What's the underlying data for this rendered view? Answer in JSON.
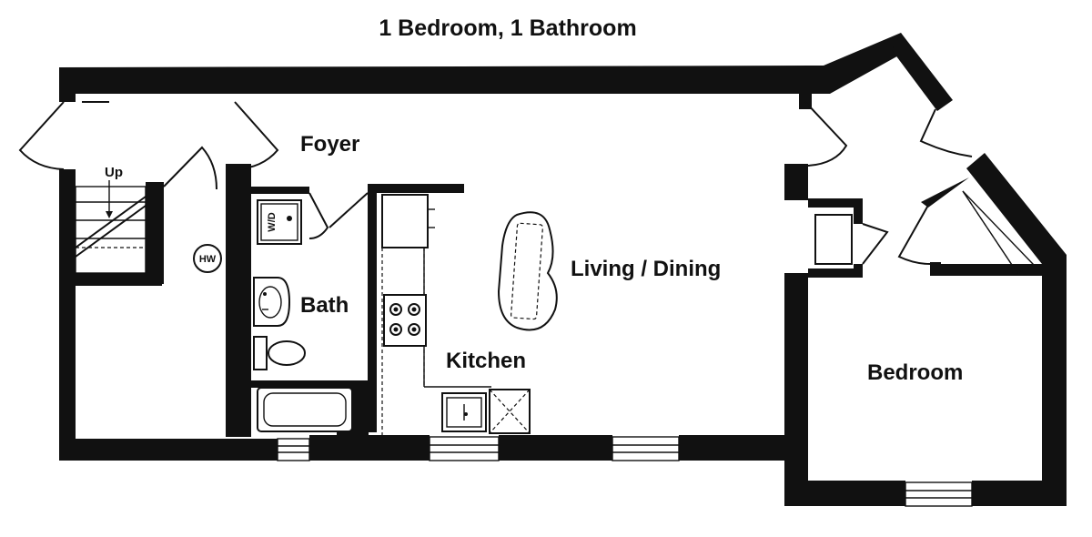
{
  "title": "1 Bedroom, 1 Bathroom",
  "rooms": {
    "foyer": "Foyer",
    "living_dining": "Living / Dining",
    "bath": "Bath",
    "kitchen": "Kitchen",
    "bedroom": "Bedroom"
  },
  "fixtures": {
    "stair_up": "Up",
    "water_heater": "HW",
    "washer_dryer": "W/D"
  }
}
